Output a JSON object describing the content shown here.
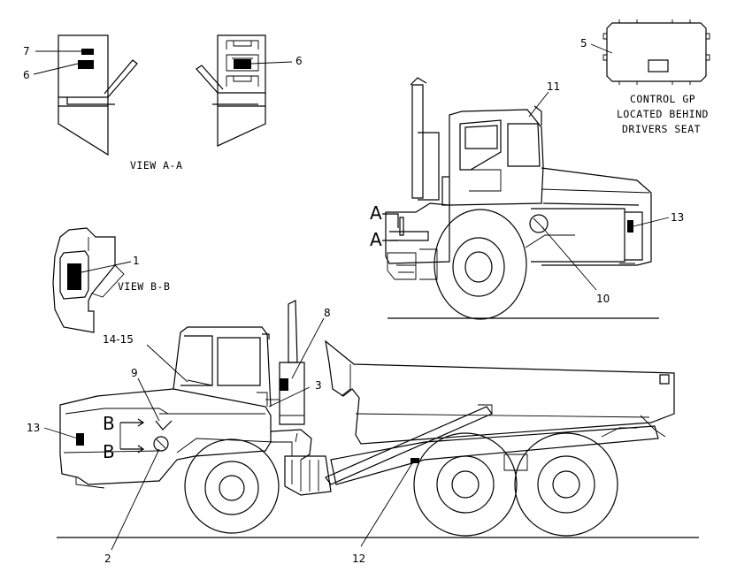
{
  "views": {
    "view_aa": "VIEW A-A",
    "view_bb": "VIEW B-B"
  },
  "control_note": {
    "line1": "CONTROL GP",
    "line2": "LOCATED BEHIND",
    "line3": "DRIVERS SEAT"
  },
  "callouts": {
    "c1": "1",
    "c2": "2",
    "c3": "3",
    "c5": "5",
    "c6a": "6",
    "c6b": "6",
    "c7": "7",
    "c8": "8",
    "c9": "9",
    "c10": "10",
    "c11": "11",
    "c12": "12",
    "c13a": "13",
    "c13b": "13",
    "c14_15": "14-15"
  },
  "section_marks": {
    "a_upper": "A",
    "a_lower": "A",
    "b_upper": "B",
    "b_lower": "B"
  }
}
